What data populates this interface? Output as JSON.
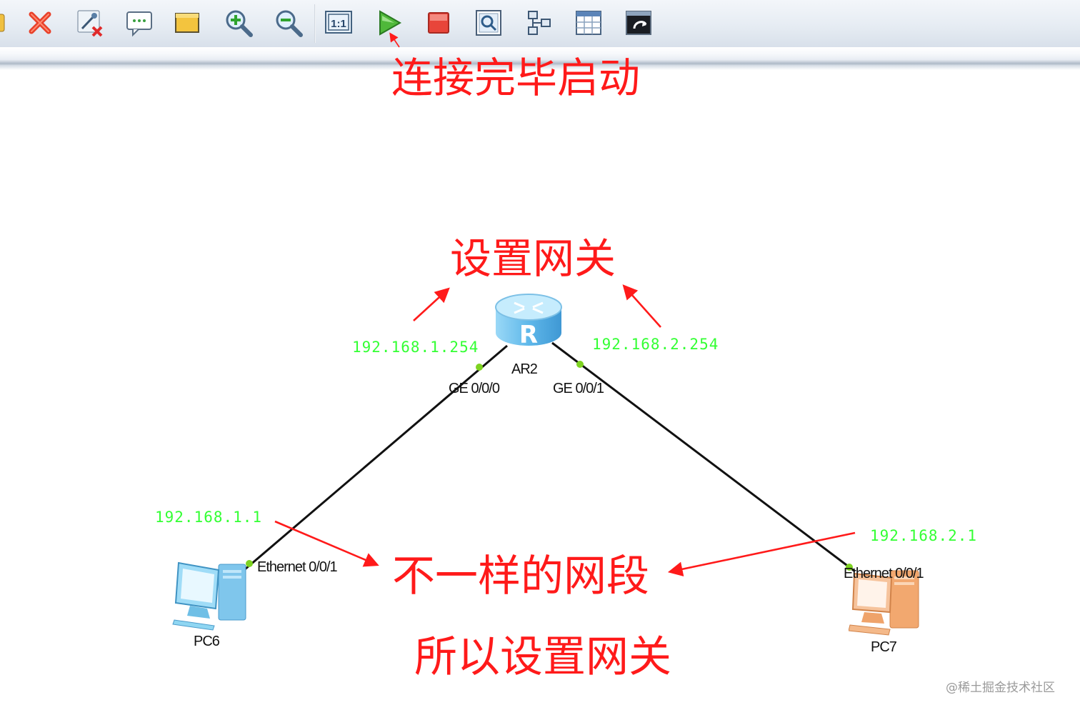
{
  "toolbar": {
    "buttons": [
      {
        "icon": "partial-icon"
      },
      {
        "icon": "delete-x-icon"
      },
      {
        "icon": "delete-link-icon"
      },
      {
        "icon": "text-note-icon"
      },
      {
        "icon": "rectangle-icon"
      },
      {
        "icon": "zoom-in-icon"
      },
      {
        "icon": "zoom-out-icon"
      },
      {
        "icon": "fit-1to1-icon"
      },
      {
        "icon": "start-play-icon"
      },
      {
        "icon": "stop-icon"
      },
      {
        "icon": "capture-icon"
      },
      {
        "icon": "topology-icon"
      },
      {
        "icon": "table-grid-icon"
      },
      {
        "icon": "terminal-icon"
      }
    ]
  },
  "annotations": {
    "start": "连接完毕启动",
    "gateway": "设置网关",
    "different_segment": "不一样的网段",
    "so_gateway": "所以设置网关"
  },
  "devices": {
    "router": {
      "name": "AR2",
      "glyph": "R",
      "port_left": "GE 0/0/0",
      "port_right": "GE 0/0/1",
      "ip_left": "192.168.1.254",
      "ip_right": "192.168.2.254"
    },
    "pc_left": {
      "name": "PC6",
      "port": "Ethernet 0/0/1",
      "ip": "192.168.1.1"
    },
    "pc_right": {
      "name": "PC7",
      "port": "Ethernet 0/0/1",
      "ip": "192.168.2.1"
    }
  },
  "colors": {
    "annotation": "#ff1a1a",
    "ip_text": "#33ff33",
    "link_dot": "#7ed321",
    "router": "#7ec8ee",
    "pc_left": "#8fd6f2",
    "pc_right": "#f4b98a"
  },
  "watermark": "@稀土掘金技术社区"
}
